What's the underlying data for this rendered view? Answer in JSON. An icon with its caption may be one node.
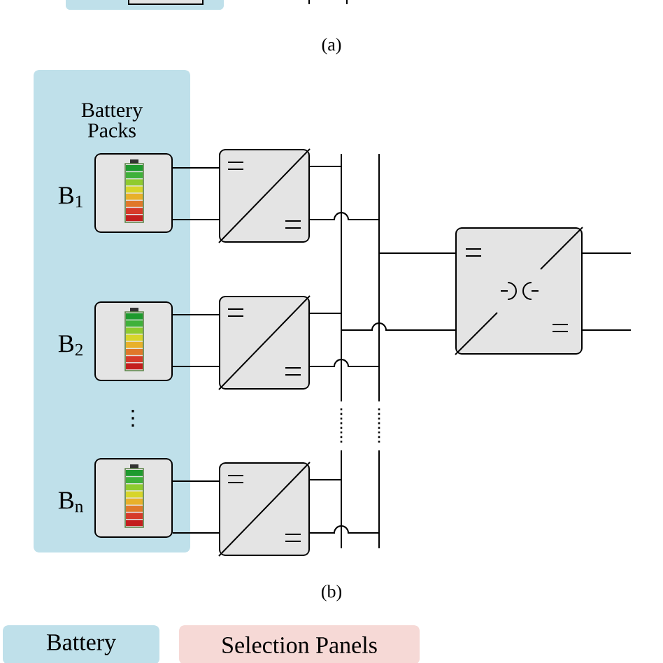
{
  "diagram": {
    "nodes": [
      {
        "text": [
          "Battery Packs"
        ]
      },
      {
        "text": [],
        "shape": "box",
        "in": 0,
        "beside": [
          "B$_{1}$"
        ]
      },
      {
        "text": [],
        "shape": "box",
        "in": 0,
        "beside": [
          "B$_{2}$"
        ]
      },
      {
        "text": [],
        "shape": "box",
        "in": 0,
        "beside": [
          "B$_{n}$"
        ]
      },
      {
        "text": [],
        "shape": "box"
      },
      {
        "text": [],
        "shape": "box"
      },
      {
        "text": [],
        "shape": "box"
      },
      {
        "text": [],
        "shape": "bar"
      },
      {
        "text": [],
        "shape": "bar"
      },
      {
        "text": [],
        "shape": "box"
      },
      {
        "text": [
          "Battery"
        ]
      },
      {
        "text": [
          "Selection Panels"
        ]
      }
    ],
    "edges": [
      {
        "from": 1,
        "to": 4,
        "arrow": "none"
      },
      {
        "from": 1,
        "to": 4,
        "arrow": "none"
      },
      {
        "from": 2,
        "to": 5,
        "arrow": "none"
      },
      {
        "from": 2,
        "to": 5,
        "arrow": "none"
      },
      {
        "from": 3,
        "to": 6,
        "arrow": "none"
      },
      {
        "from": 3,
        "to": 6,
        "arrow": "none"
      },
      {
        "from": 4,
        "to": 7,
        "arrow": "none"
      },
      {
        "from": 4,
        "to": 8,
        "arrow": "none"
      },
      {
        "from": 5,
        "to": 7,
        "arrow": "none"
      },
      {
        "from": 5,
        "to": 8,
        "arrow": "none"
      },
      {
        "from": 6,
        "to": 7,
        "arrow": "none"
      },
      {
        "from": 6,
        "to": 8,
        "arrow": "none"
      },
      {
        "from": 8,
        "to": 9,
        "arrow": "none"
      },
      {
        "from": 7,
        "to": 9,
        "arrow": "none"
      },
      {
        "from": 9,
        "to": null,
        "arrow": "none"
      },
      {
        "from": 9,
        "to": null,
        "arrow": "none"
      }
    ],
    "labels": [
      "(a)",
      "⋮",
      "(b)"
    ]
  }
}
